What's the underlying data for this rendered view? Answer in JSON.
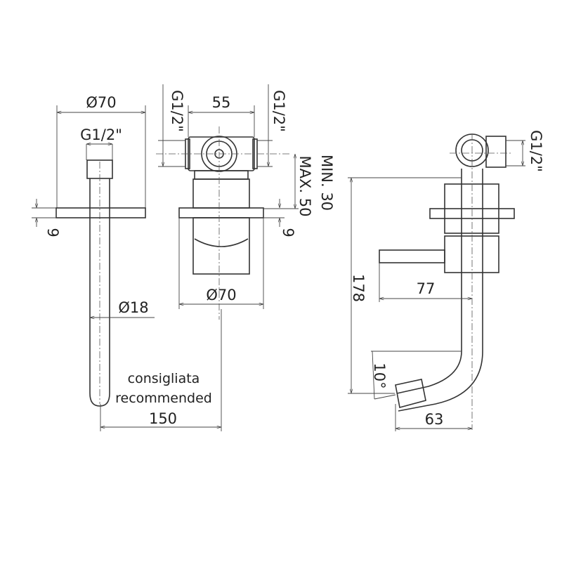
{
  "left_view": {
    "flange_diameter": "Ø70",
    "thread": "G1/2\"",
    "flange_thickness": "9",
    "spout_diameter": "Ø18",
    "note_it": "consigliata",
    "note_en": "recommended",
    "distance": "150"
  },
  "front_view": {
    "thread_left": "G1/2\"",
    "body_width": "55",
    "thread_right": "G1/2\"",
    "min_depth": "MIN. 30",
    "max_depth": "MAX. 50",
    "flange_thickness": "9",
    "flange_diameter": "Ø70"
  },
  "side_view": {
    "thread": "G1/2\"",
    "height": "178",
    "lever_length": "77",
    "angle": "10°",
    "projection": "63"
  }
}
